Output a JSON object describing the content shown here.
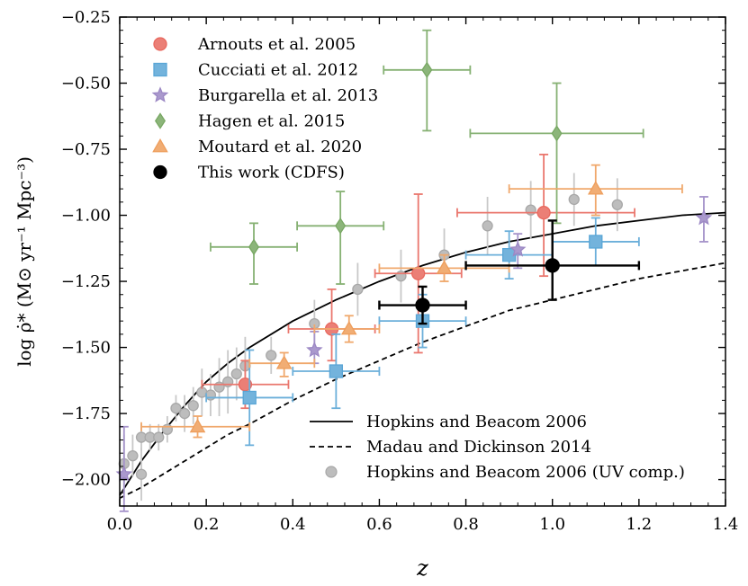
{
  "chart_data": {
    "type": "scatter",
    "xlabel": "z",
    "ylabel": "log ρ̇* (M⊙ yr⁻¹ Mpc⁻³)",
    "xlim": [
      0.0,
      1.4
    ],
    "ylim": [
      -2.1,
      -0.25
    ],
    "xticks": [
      "0.0",
      "0.2",
      "0.4",
      "0.6",
      "0.8",
      "1.0",
      "1.2",
      "1.4"
    ],
    "yticks": [
      "−0.25",
      "−0.50",
      "−0.75",
      "−1.00",
      "−1.25",
      "−1.50",
      "−1.75",
      "−2.00"
    ],
    "legend_upper_left": [
      {
        "label": "Arnouts et al. 2005",
        "color": "#e8685e",
        "marker": "circle"
      },
      {
        "label": "Cucciati et al. 2012",
        "color": "#5aa6d6",
        "marker": "square"
      },
      {
        "label": "Burgarella et al. 2013",
        "color": "#9b87c4",
        "marker": "star"
      },
      {
        "label": "Hagen et al. 2015",
        "color": "#78a863",
        "marker": "diamond"
      },
      {
        "label": "Moutard et al. 2020",
        "color": "#ee9e5c",
        "marker": "triangle"
      },
      {
        "label": "This work (CDFS)",
        "color": "#000000",
        "marker": "circle"
      }
    ],
    "legend_lower_right": [
      {
        "label": "Hopkins and Beacom 2006",
        "style": "solid"
      },
      {
        "label": "Madau and Dickinson 2014",
        "style": "dashed"
      },
      {
        "label": "Hopkins and Beacom 2006 (UV comp.)",
        "style": "grey-circle"
      }
    ],
    "series": [
      {
        "name": "Arnouts et al. 2005",
        "color": "#e8685e",
        "marker": "circle",
        "points": [
          {
            "x": 0.29,
            "y": -1.64,
            "xerr": [
              0.19,
              0.39
            ],
            "yerr": [
              -1.73,
              -1.55
            ]
          },
          {
            "x": 0.49,
            "y": -1.43,
            "xerr": [
              0.39,
              0.59
            ],
            "yerr": [
              -1.55,
              -1.28
            ]
          },
          {
            "x": 0.69,
            "y": -1.22,
            "xerr": [
              0.59,
              0.79
            ],
            "yerr": [
              -1.52,
              -0.92
            ]
          },
          {
            "x": 0.98,
            "y": -0.99,
            "xerr": [
              0.78,
              1.19
            ],
            "yerr": [
              -1.23,
              -0.77
            ]
          }
        ]
      },
      {
        "name": "Cucciati et al. 2012",
        "color": "#5aa6d6",
        "marker": "square",
        "points": [
          {
            "x": 0.3,
            "y": -1.69,
            "xerr": [
              0.2,
              0.4
            ],
            "yerr": [
              -1.87,
              -1.51
            ]
          },
          {
            "x": 0.5,
            "y": -1.59,
            "xerr": [
              0.4,
              0.6
            ],
            "yerr": [
              -1.73,
              -1.45
            ]
          },
          {
            "x": 0.7,
            "y": -1.4,
            "xerr": [
              0.6,
              0.8
            ],
            "yerr": [
              -1.5,
              -1.3
            ]
          },
          {
            "x": 0.9,
            "y": -1.15,
            "xerr": [
              0.8,
              1.0
            ],
            "yerr": [
              -1.24,
              -1.06
            ]
          },
          {
            "x": 1.1,
            "y": -1.1,
            "xerr": [
              1.0,
              1.2
            ],
            "yerr": [
              -1.19,
              -1.01
            ]
          }
        ]
      },
      {
        "name": "Burgarella et al. 2013",
        "color": "#9b87c4",
        "marker": "star",
        "points": [
          {
            "x": 0.01,
            "y": -1.98,
            "xerr": [
              0.01,
              0.01
            ],
            "yerr": [
              -2.12,
              -1.8
            ]
          },
          {
            "x": 0.45,
            "y": -1.51,
            "xerr": [
              0.45,
              0.45
            ],
            "yerr": [
              -1.56,
              -1.44
            ]
          },
          {
            "x": 0.92,
            "y": -1.13,
            "xerr": [
              0.92,
              0.92
            ],
            "yerr": [
              -1.2,
              -1.07
            ]
          },
          {
            "x": 1.35,
            "y": -1.01,
            "xerr": [
              1.35,
              1.35
            ],
            "yerr": [
              -1.1,
              -0.93
            ]
          }
        ]
      },
      {
        "name": "Hagen et al. 2015",
        "color": "#78a863",
        "marker": "diamond",
        "points": [
          {
            "x": 0.31,
            "y": -1.12,
            "xerr": [
              0.21,
              0.41
            ],
            "yerr": [
              -1.26,
              -1.03
            ]
          },
          {
            "x": 0.51,
            "y": -1.04,
            "xerr": [
              0.41,
              0.61
            ],
            "yerr": [
              -1.26,
              -0.91
            ]
          },
          {
            "x": 0.71,
            "y": -0.45,
            "xerr": [
              0.61,
              0.81
            ],
            "yerr": [
              -0.68,
              -0.3
            ]
          },
          {
            "x": 1.01,
            "y": -0.69,
            "xerr": [
              0.81,
              1.21
            ],
            "yerr": [
              -1.03,
              -0.5
            ]
          }
        ]
      },
      {
        "name": "Moutard et al. 2020",
        "color": "#ee9e5c",
        "marker": "triangle",
        "points": [
          {
            "x": 0.18,
            "y": -1.8,
            "xerr": [
              0.05,
              0.3
            ],
            "yerr": [
              -1.84,
              -1.76
            ]
          },
          {
            "x": 0.38,
            "y": -1.56,
            "xerr": [
              0.3,
              0.45
            ],
            "yerr": [
              -1.61,
              -1.52
            ]
          },
          {
            "x": 0.53,
            "y": -1.43,
            "xerr": [
              0.45,
              0.6
            ],
            "yerr": [
              -1.48,
              -1.38
            ]
          },
          {
            "x": 0.75,
            "y": -1.2,
            "xerr": [
              0.6,
              0.9
            ],
            "yerr": [
              -1.25,
              -1.15
            ]
          },
          {
            "x": 1.1,
            "y": -0.9,
            "xerr": [
              0.9,
              1.3
            ],
            "yerr": [
              -1.0,
              -0.81
            ]
          }
        ]
      },
      {
        "name": "This work (CDFS)",
        "color": "#000000",
        "marker": "circle",
        "points": [
          {
            "x": 0.7,
            "y": -1.34,
            "xerr": [
              0.6,
              0.8
            ],
            "yerr": [
              -1.41,
              -1.27
            ]
          },
          {
            "x": 1.0,
            "y": -1.19,
            "xerr": [
              0.8,
              1.2
            ],
            "yerr": [
              -1.32,
              -1.02
            ]
          }
        ]
      },
      {
        "name": "Hopkins and Beacom 2006 (UV comp.)",
        "color": "#b7b7b7",
        "marker": "circle",
        "points": [
          {
            "x": 0.01,
            "y": -1.94,
            "yerr": [
              -2.05,
              -1.83
            ]
          },
          {
            "x": 0.03,
            "y": -1.91,
            "yerr": [
              -1.99,
              -1.83
            ]
          },
          {
            "x": 0.05,
            "y": -1.98,
            "yerr": [
              -2.08,
              -1.88
            ]
          },
          {
            "x": 0.05,
            "y": -1.84,
            "yerr": [
              -1.89,
              -1.79
            ]
          },
          {
            "x": 0.07,
            "y": -1.84,
            "yerr": [
              -1.89,
              -1.79
            ]
          },
          {
            "x": 0.09,
            "y": -1.84,
            "yerr": [
              -1.89,
              -1.79
            ]
          },
          {
            "x": 0.11,
            "y": -1.81,
            "yerr": [
              -1.86,
              -1.76
            ]
          },
          {
            "x": 0.13,
            "y": -1.73,
            "yerr": [
              -1.78,
              -1.68
            ]
          },
          {
            "x": 0.15,
            "y": -1.75,
            "yerr": [
              -1.82,
              -1.68
            ]
          },
          {
            "x": 0.17,
            "y": -1.72,
            "yerr": [
              -1.79,
              -1.65
            ]
          },
          {
            "x": 0.19,
            "y": -1.67,
            "yerr": [
              -1.76,
              -1.58
            ]
          },
          {
            "x": 0.21,
            "y": -1.68,
            "yerr": [
              -1.76,
              -1.6
            ]
          },
          {
            "x": 0.23,
            "y": -1.65,
            "yerr": [
              -1.76,
              -1.54
            ]
          },
          {
            "x": 0.25,
            "y": -1.63,
            "yerr": [
              -1.75,
              -1.51
            ]
          },
          {
            "x": 0.27,
            "y": -1.6,
            "yerr": [
              -1.7,
              -1.5
            ]
          },
          {
            "x": 0.29,
            "y": -1.57,
            "yerr": [
              -1.68,
              -1.46
            ]
          },
          {
            "x": 0.35,
            "y": -1.53,
            "yerr": [
              -1.6,
              -1.46
            ]
          },
          {
            "x": 0.45,
            "y": -1.41,
            "yerr": [
              -1.5,
              -1.32
            ]
          },
          {
            "x": 0.55,
            "y": -1.28,
            "yerr": [
              -1.38,
              -1.18
            ]
          },
          {
            "x": 0.65,
            "y": -1.23,
            "yerr": [
              -1.33,
              -1.13
            ]
          },
          {
            "x": 0.75,
            "y": -1.15,
            "yerr": [
              -1.25,
              -1.05
            ]
          },
          {
            "x": 0.85,
            "y": -1.04,
            "yerr": [
              -1.15,
              -0.93
            ]
          },
          {
            "x": 0.95,
            "y": -0.98,
            "yerr": [
              -1.09,
              -0.87
            ]
          },
          {
            "x": 1.05,
            "y": -0.94,
            "yerr": [
              -1.04,
              -0.84
            ]
          },
          {
            "x": 1.15,
            "y": -0.96,
            "yerr": [
              -1.06,
              -0.86
            ]
          }
        ]
      }
    ],
    "lines": [
      {
        "name": "Hopkins and Beacom 2006",
        "style": "solid",
        "x": [
          0.0,
          0.05,
          0.1,
          0.15,
          0.2,
          0.25,
          0.3,
          0.4,
          0.5,
          0.6,
          0.7,
          0.8,
          0.9,
          1.0,
          1.1,
          1.2,
          1.3,
          1.4
        ],
        "y": [
          -2.06,
          -1.93,
          -1.82,
          -1.72,
          -1.63,
          -1.56,
          -1.5,
          -1.4,
          -1.32,
          -1.25,
          -1.19,
          -1.14,
          -1.1,
          -1.07,
          -1.04,
          -1.02,
          -1.0,
          -0.99
        ]
      },
      {
        "name": "Madau and Dickinson 2014",
        "style": "dashed",
        "x": [
          0.0,
          0.05,
          0.1,
          0.15,
          0.2,
          0.25,
          0.3,
          0.4,
          0.5,
          0.6,
          0.7,
          0.8,
          0.9,
          1.0,
          1.1,
          1.2,
          1.3,
          1.4
        ],
        "y": [
          -2.07,
          -2.03,
          -1.98,
          -1.93,
          -1.88,
          -1.83,
          -1.79,
          -1.7,
          -1.62,
          -1.55,
          -1.48,
          -1.42,
          -1.36,
          -1.32,
          -1.28,
          -1.24,
          -1.21,
          -1.18
        ]
      }
    ],
    "grid": false
  }
}
